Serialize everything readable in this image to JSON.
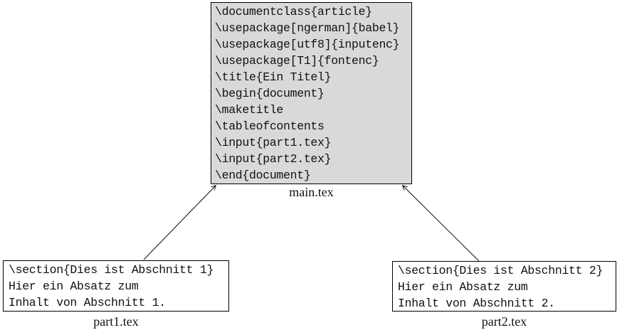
{
  "colors": {
    "background": "#ffffff",
    "main_box_fill": "#d9d9d9",
    "part_box_fill": "#ffffff",
    "box_border": "#000000",
    "text": "#111111",
    "arrow": "#000000"
  },
  "main_file": {
    "label": "main.tex",
    "lines": [
      "\\documentclass{article}",
      "\\usepackage[ngerman]{babel}",
      "\\usepackage[utf8]{inputenc}",
      "\\usepackage[T1]{fontenc}",
      "\\title{Ein Titel}",
      "\\begin{document}",
      "\\maketitle",
      "\\tableofcontents",
      "\\input{part1.tex}",
      "\\input{part2.tex}",
      "\\end{document}"
    ]
  },
  "part1_file": {
    "label": "part1.tex",
    "lines": [
      "\\section{Dies ist Abschnitt 1}",
      "Hier ein Absatz zum",
      "Inhalt von Abschnitt 1."
    ]
  },
  "part2_file": {
    "label": "part2.tex",
    "lines": [
      "\\section{Dies ist Abschnitt 2}",
      "Hier ein Absatz zum",
      "Inhalt von Abschnitt 2."
    ]
  }
}
